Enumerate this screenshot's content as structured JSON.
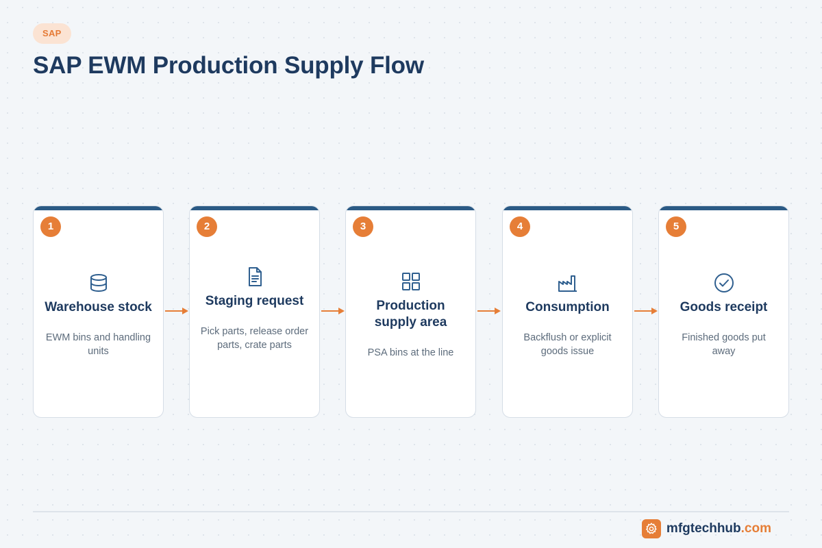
{
  "header": {
    "tag": "SAP",
    "title": "SAP EWM Production Supply Flow"
  },
  "steps": [
    {
      "number": "1",
      "icon": "database-icon",
      "title": "Warehouse stock",
      "description": "EWM bins and handling units"
    },
    {
      "number": "2",
      "icon": "document-icon",
      "title": "Staging request",
      "description": "Pick parts, release order parts, crate parts"
    },
    {
      "number": "3",
      "icon": "grid-icon",
      "title": "Production supply area",
      "description": "PSA bins at the line"
    },
    {
      "number": "4",
      "icon": "factory-icon",
      "title": "Consumption",
      "description": "Backflush or explicit goods issue"
    },
    {
      "number": "5",
      "icon": "check-circle-icon",
      "title": "Goods receipt",
      "description": "Finished goods put away"
    }
  ],
  "footer": {
    "brand_name": "mfgtechhub",
    "brand_tld": ".com",
    "logo_icon": "gear-icon"
  },
  "colors": {
    "accent": "#e67e37",
    "navy": "#1e3a5f",
    "bar": "#2b5a85",
    "icon_blue": "#2f5f8f",
    "background": "#f3f6f9"
  }
}
